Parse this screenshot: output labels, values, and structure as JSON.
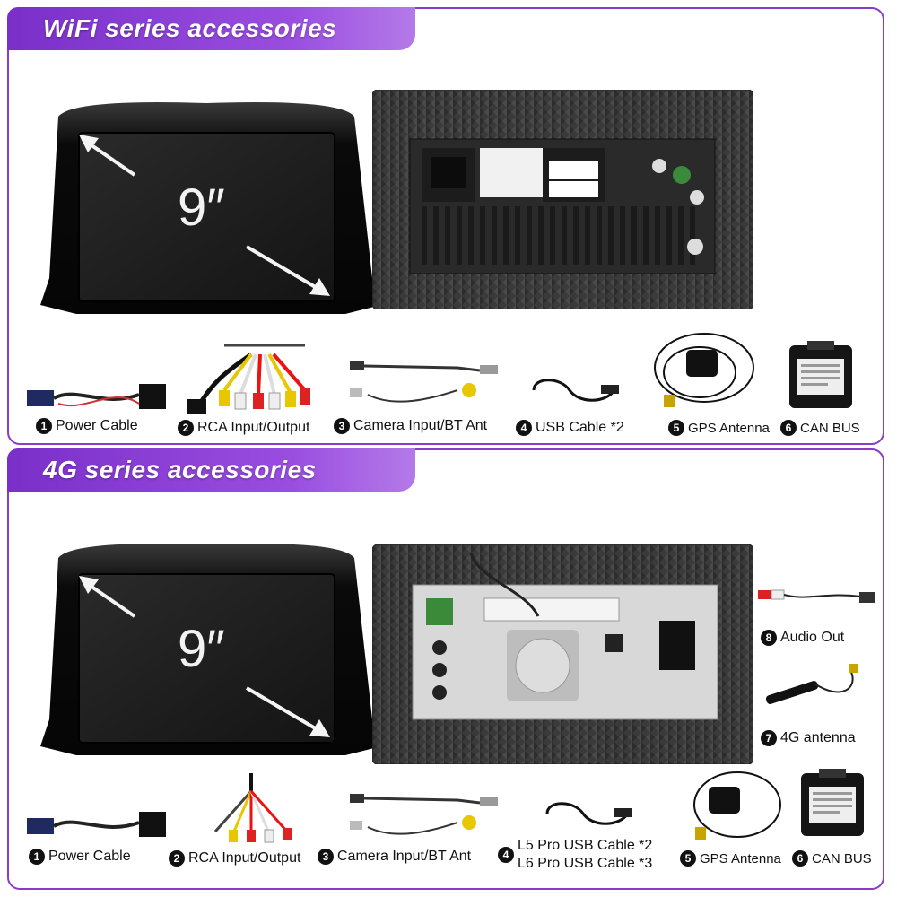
{
  "wifi": {
    "title": "WiFi series accessories",
    "screen_size": "9″",
    "items": [
      {
        "num": "1",
        "label": "Power Cable"
      },
      {
        "num": "2",
        "label": "RCA Input/Output"
      },
      {
        "num": "3",
        "label": "Camera Input/BT Ant"
      },
      {
        "num": "4",
        "label": "USB Cable *2"
      },
      {
        "num": "5",
        "label": "GPS Antenna"
      },
      {
        "num": "6",
        "label": "CAN BUS"
      }
    ]
  },
  "fourg": {
    "title": "4G series accessories",
    "screen_size": "9″",
    "items": [
      {
        "num": "1",
        "label": "Power Cable"
      },
      {
        "num": "2",
        "label": "RCA Input/Output"
      },
      {
        "num": "3",
        "label": "Camera Input/BT Ant"
      },
      {
        "num": "4",
        "label": "L5 Pro USB Cable *2",
        "label2": "L6 Pro USB Cable *3"
      },
      {
        "num": "5",
        "label": "GPS Antenna"
      },
      {
        "num": "6",
        "label": "CAN BUS"
      },
      {
        "num": "7",
        "label": "4G antenna"
      },
      {
        "num": "8",
        "label": "Audio Out"
      }
    ]
  },
  "colors": {
    "accent": "#8a3cc8",
    "banner": "#7a2fc9"
  }
}
